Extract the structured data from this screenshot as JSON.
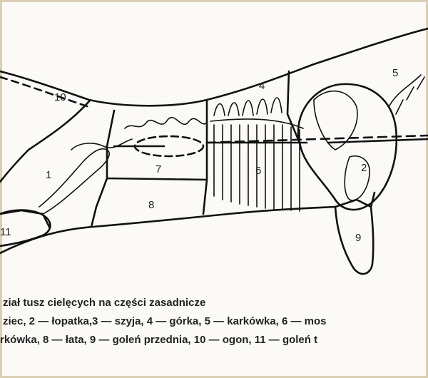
{
  "figure": {
    "region_numbers": [
      "1",
      "2",
      "4",
      "5",
      "6",
      "7",
      "8",
      "9",
      "10",
      "11"
    ],
    "caption_title": "ział tusz cielęcych na części zasadnicze",
    "caption_line1": "ziec, 2 — łopatka,3 — szyja, 4 — górka, 5 — karkówka, 6 — mos",
    "caption_line2": "rkówka, 8 — łata, 9 — goleń przednia, 10 — ogon, 11 — goleń t"
  }
}
